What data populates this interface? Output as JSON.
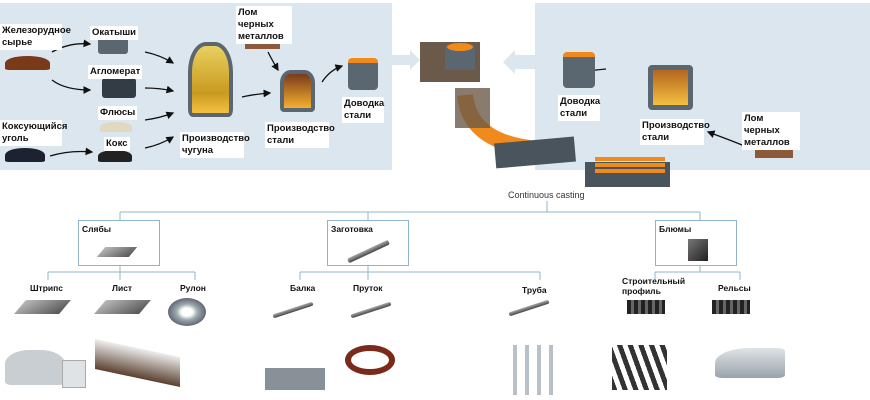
{
  "integrated_route": {
    "iron_ore": "Железорудное сырье",
    "pellets": "Окатыши",
    "sinter": "Агломерат",
    "fluxes": "Флюсы",
    "coking_coal": "Коксующийся уголь",
    "coke": "Кокс",
    "iron_production": "Производство чугуна",
    "scrap": "Лом черных металлов",
    "steel_production": "Производство стали",
    "steel_refining": "Доводка стали"
  },
  "electric_route": {
    "steel_refining": "Доводка стали",
    "steel_production": "Производство стали",
    "scrap": "Лом черных металлов"
  },
  "casting": {
    "caption": "Continuous casting"
  },
  "products": {
    "slabs": {
      "label": "Слябы",
      "children": [
        "Штрипс",
        "Лист",
        "Рулон"
      ]
    },
    "billets": {
      "label": "Заготовка",
      "children": [
        "Балка",
        "Пруток",
        "Труба"
      ]
    },
    "blooms": {
      "label": "Блюмы",
      "children": [
        "Строительный профиль",
        "Рельсы"
      ]
    }
  },
  "colors": {
    "panel": "#dce6ee",
    "tree_line": "#8fb4cc",
    "molten": "#f08a1c"
  }
}
